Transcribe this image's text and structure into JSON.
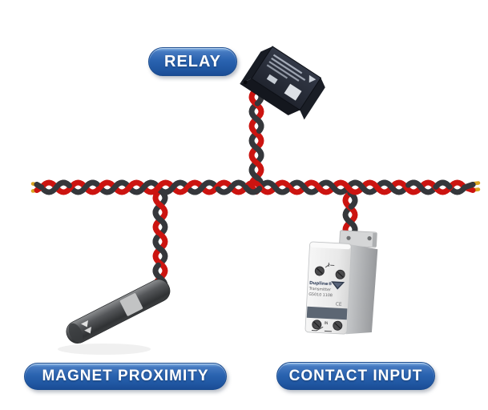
{
  "labels": {
    "relay": "RELAY",
    "magnet_proximity": "MAGNET PROXIMITY",
    "contact_input": "CONTACT INPUT"
  },
  "contact_module": {
    "brand": "Dupline®",
    "type": "Transmitter",
    "part_number": "G5010 1108",
    "ce_mark": "CE",
    "input_label": "IN"
  },
  "colors": {
    "pill_blue_top": "#4579c0",
    "pill_blue_bottom": "#1a4c95",
    "wire_red": "#cc1410",
    "wire_black": "#35373b",
    "wire_tip_gold": "#d9a41f",
    "relay_body": "#262b35",
    "sensor_body": "#4a4c4e",
    "module_body": "#ececec",
    "module_band": "#5c6673",
    "background": "#ffffff"
  }
}
